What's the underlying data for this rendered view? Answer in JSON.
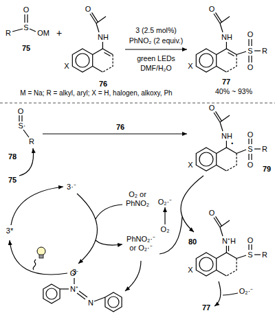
{
  "diagram": {
    "labels": [
      "O",
      "R",
      "S",
      "OM",
      "75",
      "+",
      "O",
      "NH",
      "X",
      "76",
      "3 (2.5 mol%)",
      "PhNO₂ (2 equiv.)",
      "green LEDs",
      "DMF/H₂O",
      "O",
      "NH",
      "X",
      "S",
      "O",
      "O",
      "R",
      "77",
      "40% ~ 93%",
      "M = Na; R = alkyl, aryl; X = H, halogen, alkoxy, Ph",
      "O",
      "S·",
      "R",
      "78",
      "76",
      "O",
      "NH",
      "·",
      "X",
      "S",
      "O",
      "O",
      "R",
      "79",
      "75",
      "3·⁻",
      "3*",
      "3",
      "O₂ or PhNO₂",
      "O₂·⁻",
      "O₂",
      "PhNO₂·⁻ or O₂·⁻",
      "O",
      "N⁺H",
      "X",
      "S",
      "O",
      "R",
      "80",
      "O₂·⁻",
      "77",
      "O⁻",
      "N⁺",
      "N"
    ]
  }
}
